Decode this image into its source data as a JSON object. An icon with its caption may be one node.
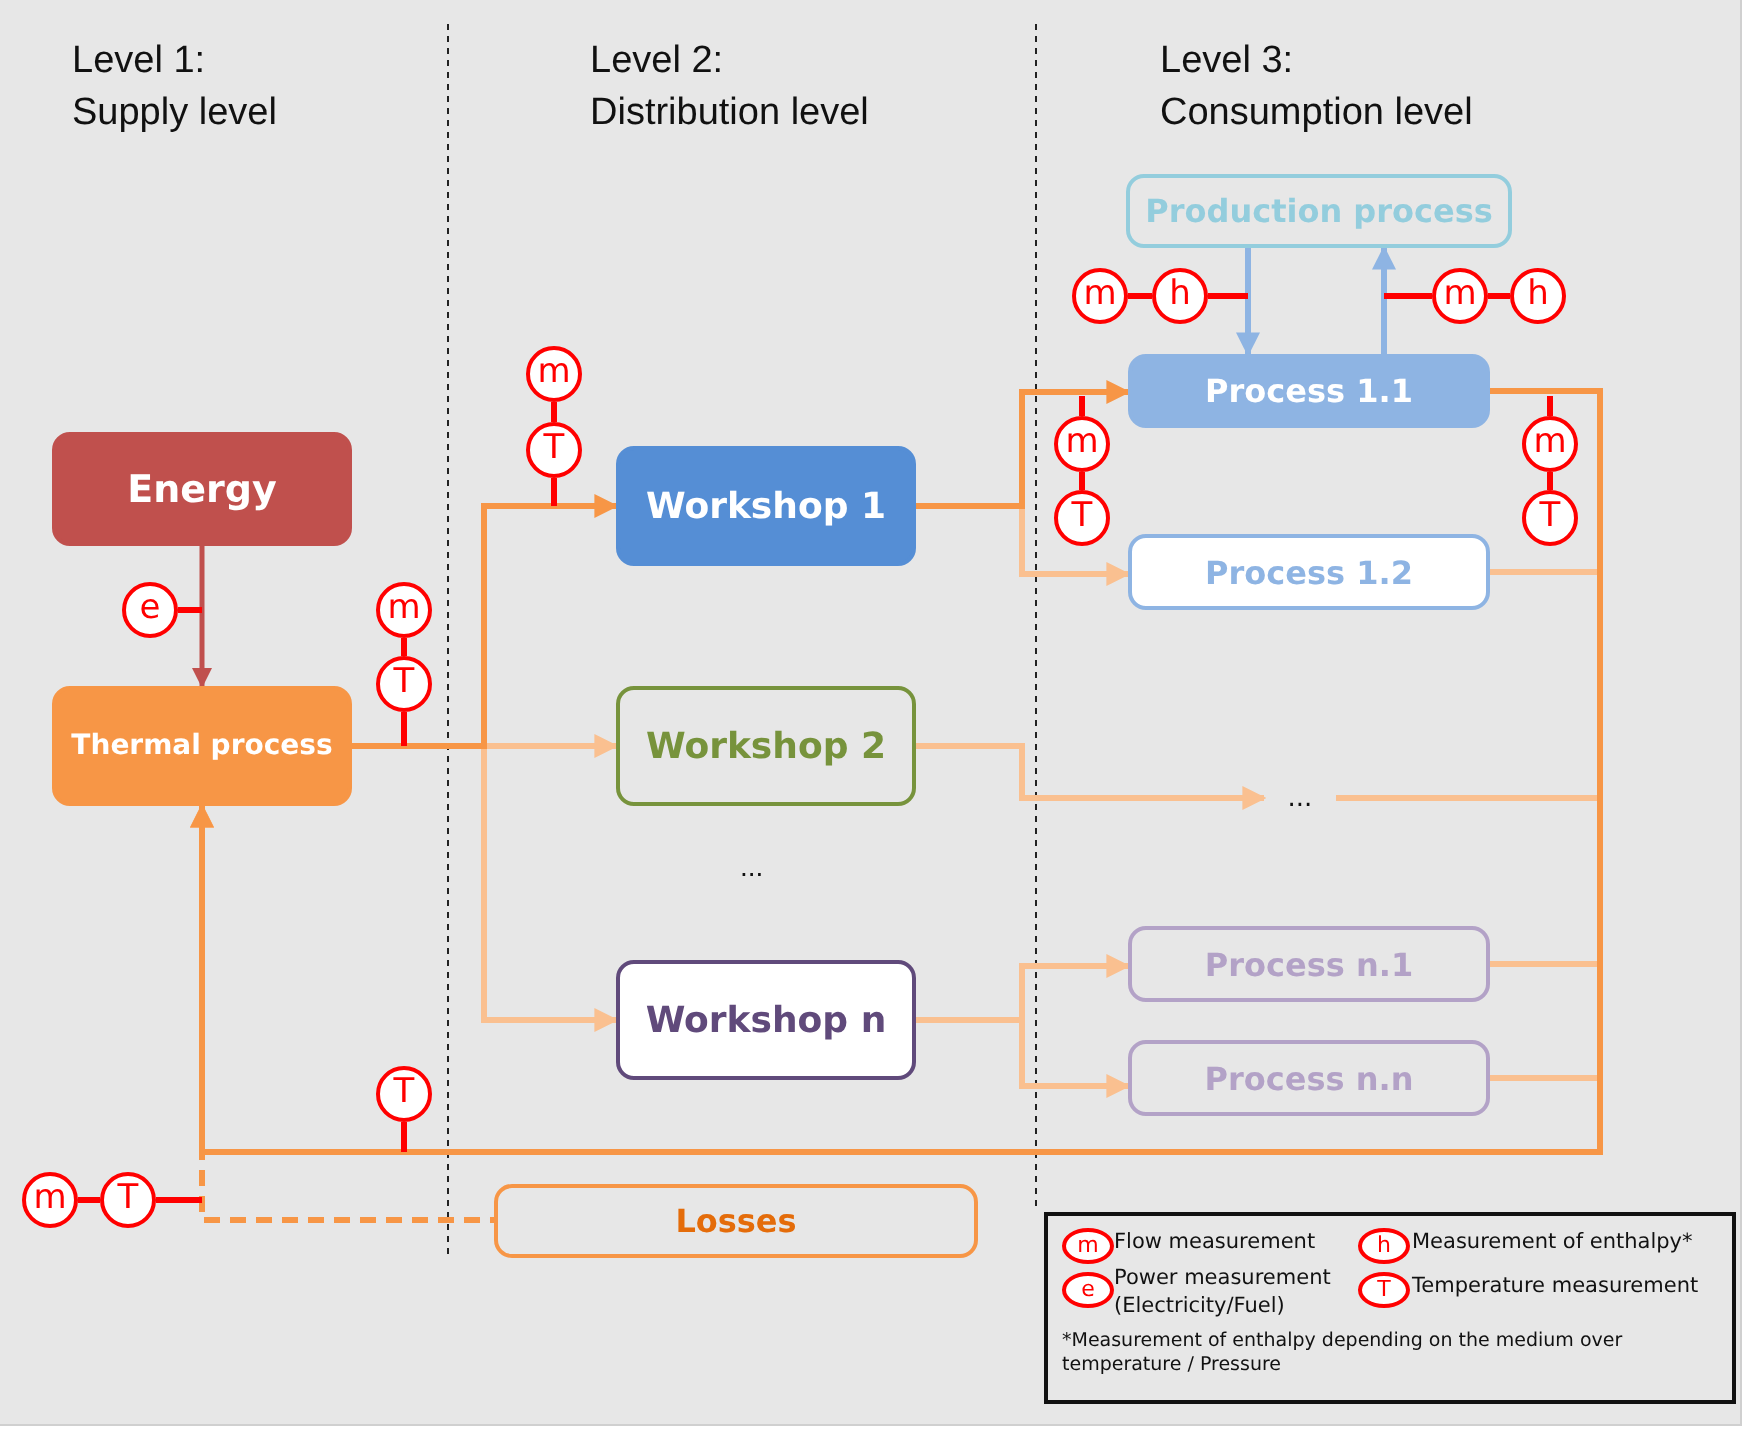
{
  "diagram": {
    "nodes": [
      {
        "text": [
          "Energy"
        ]
      },
      {
        "text": [
          "Thermal process"
        ]
      },
      {
        "text": [
          "Workshop 1"
        ]
      },
      {
        "text": [
          "Workshop 2"
        ]
      },
      {
        "text": [
          "Workshop n"
        ]
      },
      {
        "text": [
          "Production process"
        ]
      },
      {
        "text": [
          "Process 1.1"
        ]
      },
      {
        "text": [
          "Process 1.2"
        ]
      },
      {
        "text": [
          "..."
        ]
      },
      {
        "text": [
          "Process n.1"
        ]
      },
      {
        "text": [
          "Process n.n"
        ]
      },
      {
        "text": [
          "Losses"
        ]
      }
    ],
    "edges": [
      {
        "from": 0,
        "to": 1,
        "arrow": "to",
        "color": "#c0504d"
      },
      {
        "from": 1,
        "to": 2,
        "arrow": "to",
        "color": "#f79646"
      },
      {
        "from": 1,
        "to": 3,
        "arrow": "to"
      },
      {
        "from": 1,
        "to": 4,
        "arrow": "to"
      },
      {
        "from": 2,
        "to": 6,
        "arrow": "to",
        "color": "#f79646"
      },
      {
        "from": 2,
        "to": 7,
        "arrow": "to"
      },
      {
        "from": 3,
        "to": 8,
        "arrow": "to"
      },
      {
        "from": 4,
        "to": 9,
        "arrow": "to"
      },
      {
        "from": 4,
        "to": 10,
        "arrow": "to"
      },
      {
        "from": 5,
        "to": 6,
        "arrow": "to",
        "color": "#8eb4e3"
      },
      {
        "from": 6,
        "to": 5,
        "arrow": "to",
        "color": "#8eb4e3"
      },
      {
        "from": 7,
        "to": 1,
        "arrow": "to"
      },
      {
        "from": 8,
        "to": 1,
        "arrow": "to"
      },
      {
        "from": 9,
        "to": 1,
        "arrow": "to"
      },
      {
        "from": 10,
        "to": 1,
        "arrow": "to"
      },
      {
        "from": 6,
        "to": 1,
        "arrow": "to",
        "color": "#f79646"
      },
      {
        "from": 1,
        "to": 11,
        "arrow": "none",
        "style": "dashed",
        "color": "#f79646"
      }
    ],
    "labels": [
      "Level 1: Supply level",
      "Level 2: Distribution level",
      "Level 3: Consumption level",
      "m",
      "h",
      "m",
      "h",
      "m",
      "m",
      "m",
      "T",
      "T",
      "T",
      "e",
      "m",
      "T",
      "...",
      "T",
      "m",
      "T",
      "m",
      "h",
      "e",
      "T",
      "*Measurement of enthalpy depending on the medium over temperature / Pressure"
    ],
    "legend": [
      {
        "text": "Flow measurement"
      },
      {
        "text": "Measurement of enthalpy*"
      },
      {
        "text": "Power measurement (Electricity/Fuel)"
      },
      {
        "text": "Temperature measurement"
      }
    ]
  }
}
